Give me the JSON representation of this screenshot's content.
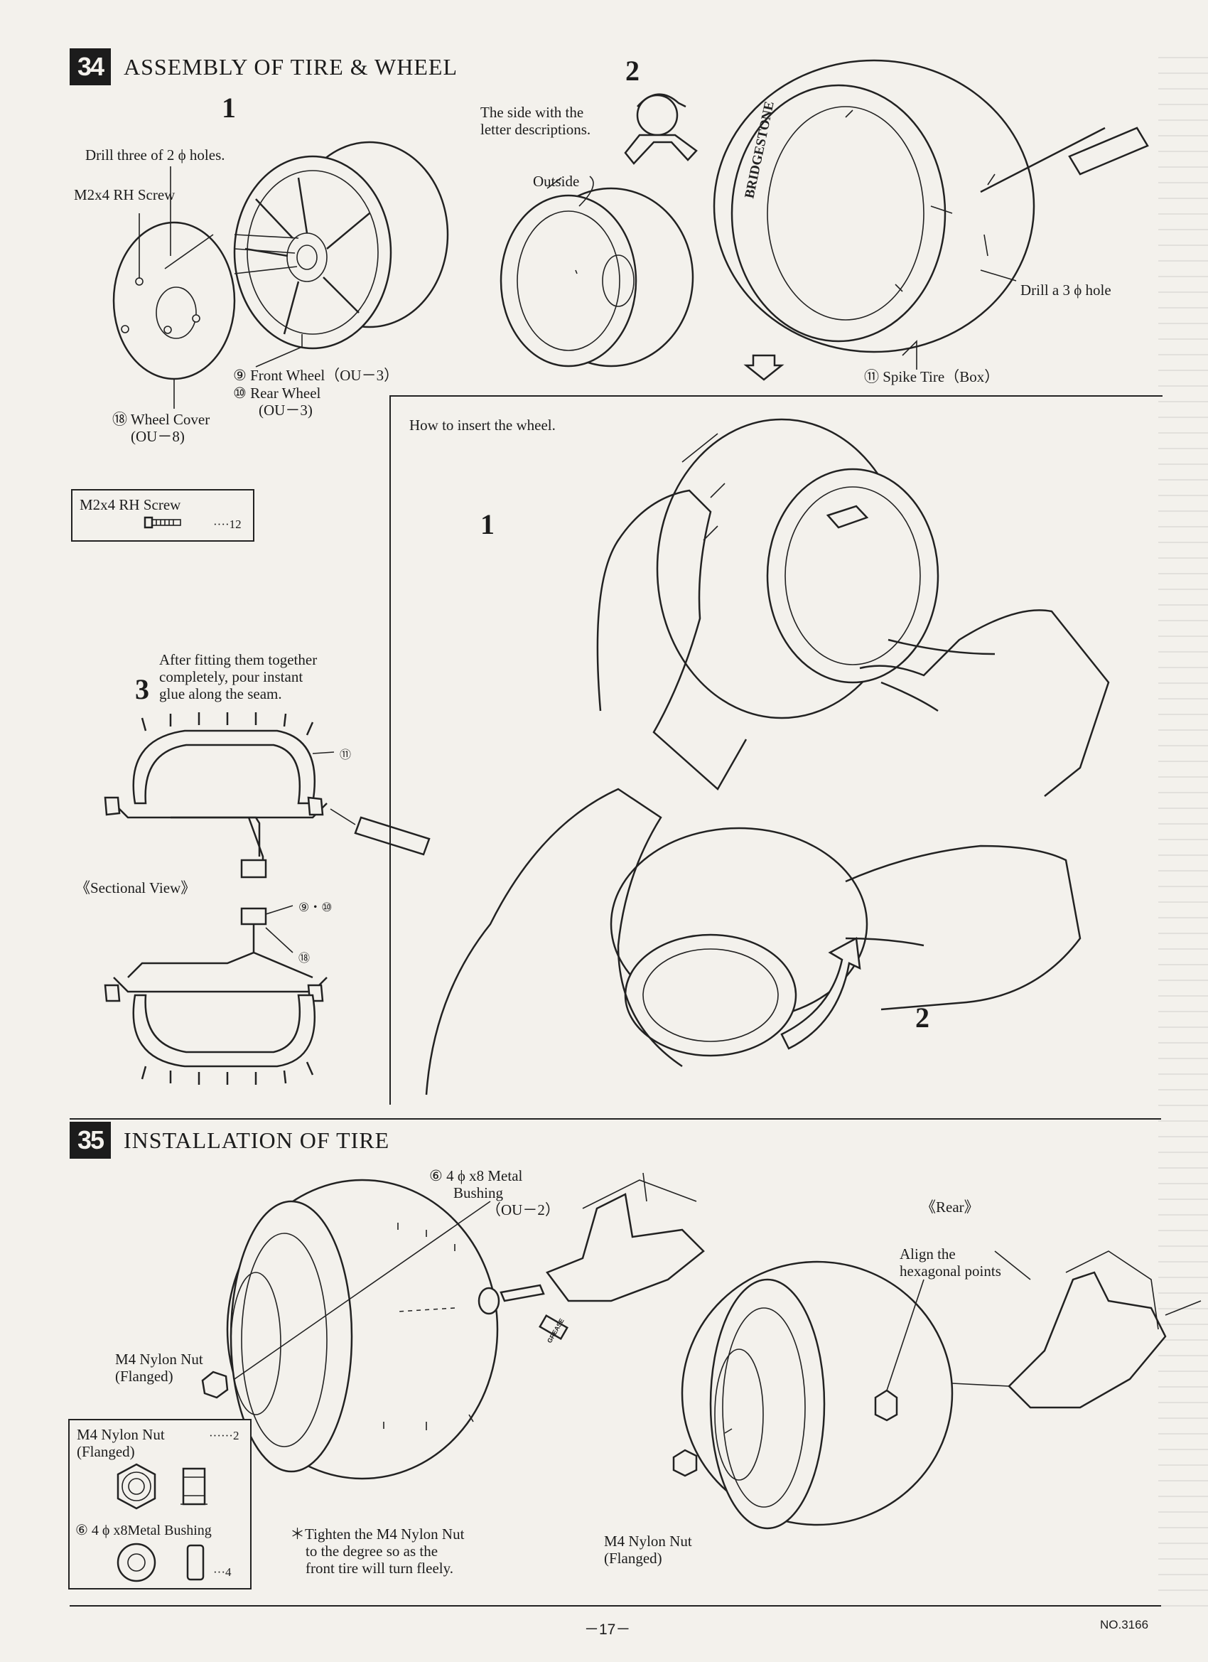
{
  "section34": {
    "number": "34",
    "title": "ASSEMBLY OF TIRE & WHEEL",
    "step1": {
      "num": "1",
      "drill_note": "Drill three of 2 ϕ holes.",
      "screw_label": "M2x4 RH Screw",
      "front_wheel": "⑨ Front Wheel（OU－3）",
      "rear_wheel": "⑩ Rear Wheel",
      "rear_wheel_code": "(OU－3)",
      "wheel_cover": "⑱ Wheel Cover",
      "wheel_cover_code": "(OU－8)"
    },
    "step2": {
      "num": "2",
      "side_note_1": "The side with the",
      "side_note_2": "letter descriptions.",
      "outside": "Outside",
      "drill_hole": "Drill a 3 ϕ  hole",
      "spike_tire": "⑪ Spike Tire（Box）",
      "brand": "BRIDGESTONE"
    },
    "parts_box": {
      "name": "M2x4 RH Screw",
      "qty": "····12"
    },
    "step3": {
      "num": "3",
      "note_1": "After fitting them together",
      "note_2": "completely, pour instant",
      "note_3": "glue along the seam.",
      "sectional_view": "《Sectional View》",
      "callout_tire": "⑪",
      "callout_wheel": "⑨・⑩",
      "callout_cover": "⑱"
    },
    "insert": {
      "title": "How to insert the wheel.",
      "step_1": "1",
      "step_2": "2"
    }
  },
  "section35": {
    "number": "35",
    "title": "INSTALLATION OF TIRE",
    "bushing_1": "⑥ 4 ϕ x8 Metal",
    "bushing_2": "Bushing",
    "bushing_3": "（OU－2）",
    "rear": "《Rear》",
    "align_1": "Align the",
    "align_2": "hexagonal points",
    "nut_left_1": "M4 Nylon Nut",
    "nut_left_2": "(Flanged)",
    "nut_right_1": "M4 Nylon Nut",
    "nut_right_2": "(Flanged)",
    "note_1": "＊Tighten the M4 Nylon Nut",
    "note_2": "to the degree so as the",
    "note_3": "front tire will turn fleely.",
    "grease_tag": "GREASE",
    "parts_box": {
      "nut_name_1": "M4 Nylon Nut",
      "nut_name_2": "(Flanged)",
      "nut_qty": "······2",
      "bushing_name": "⑥ 4 ϕ x8Metal Bushing",
      "bushing_qty": "···4"
    }
  },
  "footer": {
    "page": "－17－",
    "doc_no": "NO.3166"
  }
}
